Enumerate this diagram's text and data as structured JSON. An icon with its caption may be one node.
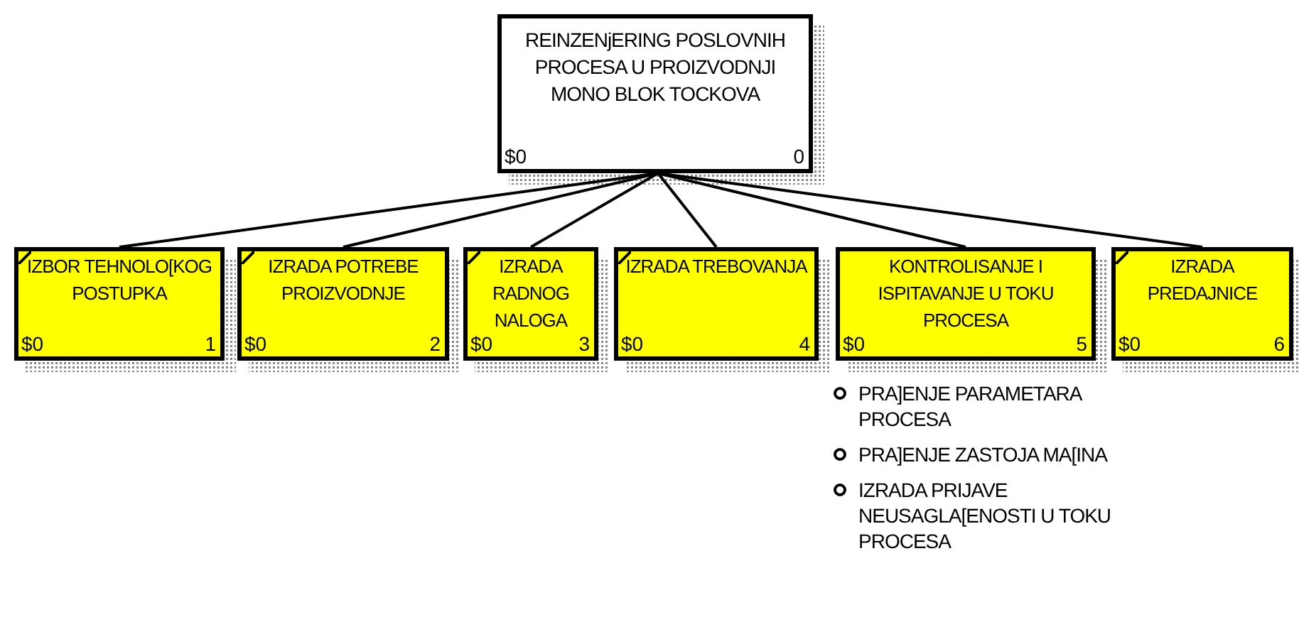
{
  "diagram": {
    "nodes": [
      {
        "text": [
          "REINZENjERING POSLOVNIH PROCESA U PROIZVODNJI MONO BLOK TOCKOVA",
          "$0",
          "0"
        ]
      },
      {
        "text": [
          "IZBOR TEHNOLO[KOG POSTUPKA",
          "$0",
          "1"
        ]
      },
      {
        "text": [
          "IZRADA POTREBE PROIZVODNJE",
          "$0",
          "2"
        ]
      },
      {
        "text": [
          "IZRADA RADNOG NALOGA",
          "$0",
          "3"
        ]
      },
      {
        "text": [
          "IZRADA TREBOVANJA",
          "$0",
          "4"
        ]
      },
      {
        "text": [
          "KONTROLISANJE I ISPITAVANJE U TOKU PROCESA",
          "$0",
          "5"
        ]
      },
      {
        "text": [
          "IZRADA PREDAJNICE",
          "$0",
          "6"
        ]
      }
    ],
    "edges": [
      {
        "from": 0,
        "to": 1,
        "arrow": "none"
      },
      {
        "from": 0,
        "to": 2,
        "arrow": "none"
      },
      {
        "from": 0,
        "to": 3,
        "arrow": "none"
      },
      {
        "from": 0,
        "to": 4,
        "arrow": "none"
      },
      {
        "from": 0,
        "to": 5,
        "arrow": "none"
      },
      {
        "from": 0,
        "to": 6,
        "arrow": "none"
      }
    ],
    "labels": [
      "PRA]ENJE PARAMETARA PROCESA",
      "PRA]ENJE ZASTOJA MA[INA",
      "IZRADA PRIJAVE NEUSAGLA[ENOSTI U TOKU PROCESA"
    ]
  }
}
